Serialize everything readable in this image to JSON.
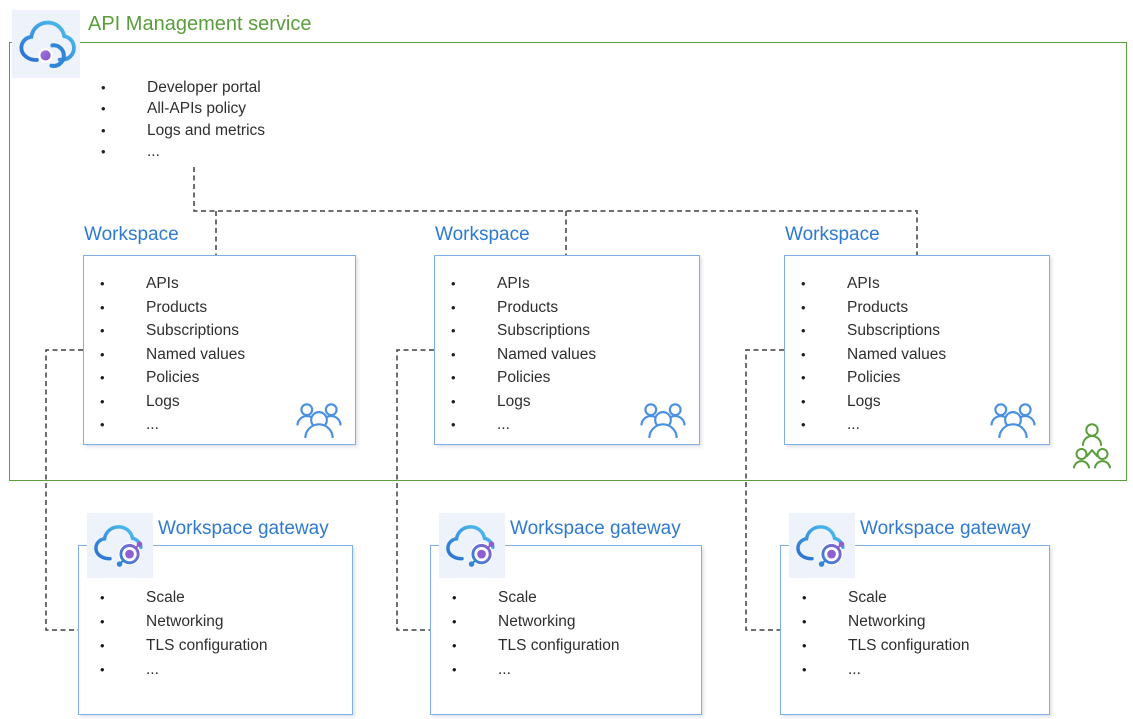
{
  "colors": {
    "green": "#5a9d3c",
    "blue": "#2e7ad1",
    "box_border": "#7fafe4",
    "text": "#2e2e2e",
    "connector": "#3f3f3f",
    "people_blue": "#4a90e2",
    "icon_bg": "#edf2fb"
  },
  "glyphs": {
    "bullet": "•"
  },
  "service": {
    "title": "API Management service",
    "icon": "api-management-cloud-icon",
    "bullets": [
      "Developer portal",
      "All-APIs policy",
      "Logs and metrics",
      "..."
    ]
  },
  "workspaces": [
    {
      "title": "Workspace",
      "icon": "team-people-icon",
      "bullets": [
        "APIs",
        "Products",
        "Subscriptions",
        "Named values",
        "Policies",
        "Logs",
        "..."
      ]
    },
    {
      "title": "Workspace",
      "icon": "team-people-icon",
      "bullets": [
        "APIs",
        "Products",
        "Subscriptions",
        "Named values",
        "Policies",
        "Logs",
        "..."
      ]
    },
    {
      "title": "Workspace",
      "icon": "team-people-icon",
      "bullets": [
        "APIs",
        "Products",
        "Subscriptions",
        "Named values",
        "Policies",
        "Logs",
        "..."
      ]
    }
  ],
  "gateways": [
    {
      "title": "Workspace gateway",
      "icon": "workspace-gateway-cloud-icon",
      "bullets": [
        "Scale",
        "Networking",
        "TLS configuration",
        "..."
      ]
    },
    {
      "title": "Workspace gateway",
      "icon": "workspace-gateway-cloud-icon",
      "bullets": [
        "Scale",
        "Networking",
        "TLS configuration",
        "..."
      ]
    },
    {
      "title": "Workspace gateway",
      "icon": "workspace-gateway-cloud-icon",
      "bullets": [
        "Scale",
        "Networking",
        "TLS configuration",
        "..."
      ]
    }
  ],
  "organization_icon": "org-people-icon"
}
